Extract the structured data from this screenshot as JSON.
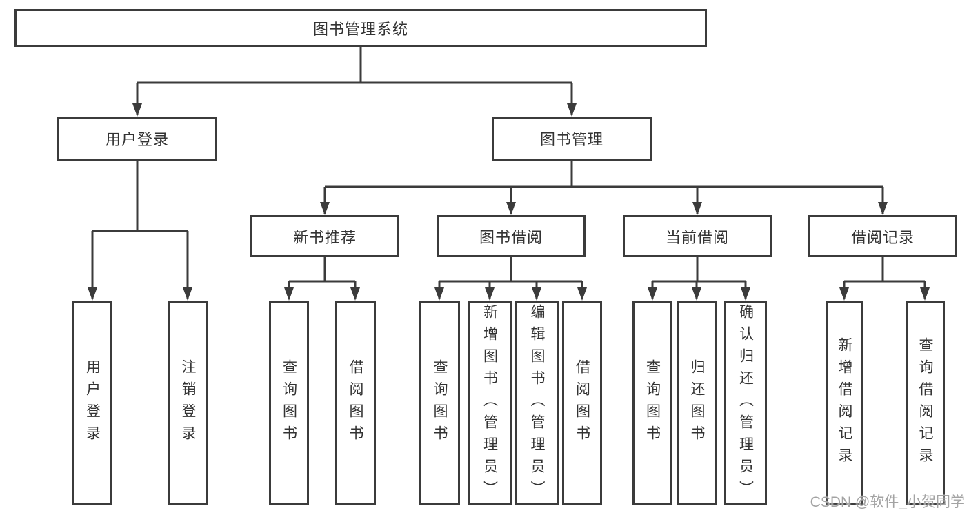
{
  "diagram": {
    "watermark": "CSDN @软件_小贺同学",
    "colors": {
      "line": "#3b3b3b",
      "box_border": "#3b3b3b",
      "text": "#333333",
      "watermark": "#a3a3a3",
      "background": "#ffffff"
    },
    "tree": {
      "label": "图书管理系统",
      "children": [
        {
          "label": "用户登录",
          "children": [
            {
              "label": "用户登录"
            },
            {
              "label": "注销登录"
            }
          ]
        },
        {
          "label": "图书管理",
          "children": [
            {
              "label": "新书推荐",
              "children": [
                {
                  "label": "查询图书"
                },
                {
                  "label": "借阅图书"
                }
              ]
            },
            {
              "label": "图书借阅",
              "children": [
                {
                  "label": "查询图书"
                },
                {
                  "label": "新增图书（管理员）"
                },
                {
                  "label": "编辑图书（管理员）"
                },
                {
                  "label": "借阅图书"
                }
              ]
            },
            {
              "label": "当前借阅",
              "children": [
                {
                  "label": "查询图书"
                },
                {
                  "label": "归还图书"
                },
                {
                  "label": "确认归还（管理员）"
                }
              ]
            },
            {
              "label": "借阅记录",
              "children": [
                {
                  "label": "新增借阅记录"
                },
                {
                  "label": "查询借阅记录"
                }
              ]
            }
          ]
        }
      ]
    }
  }
}
